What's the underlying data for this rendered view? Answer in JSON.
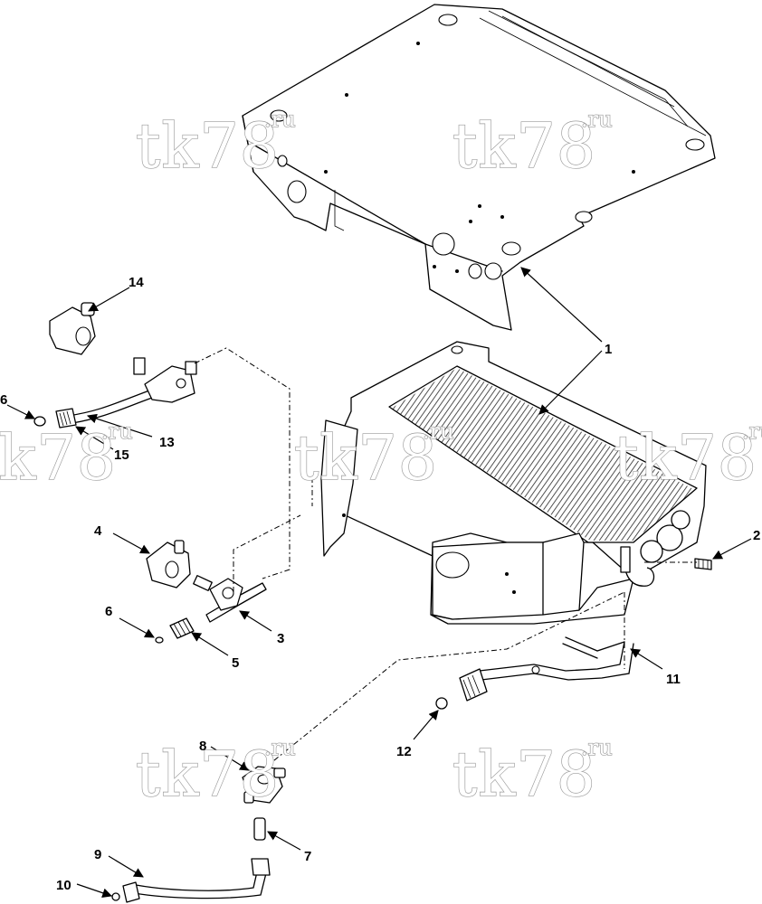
{
  "diagram": {
    "type": "exploded parts diagram",
    "callouts": [
      "1",
      "2",
      "3",
      "4",
      "5",
      "6",
      "6",
      "7",
      "8",
      "9",
      "10",
      "11",
      "12",
      "13",
      "14",
      "15"
    ]
  },
  "watermark": {
    "main": "tk78",
    "suffix": ".ru"
  }
}
